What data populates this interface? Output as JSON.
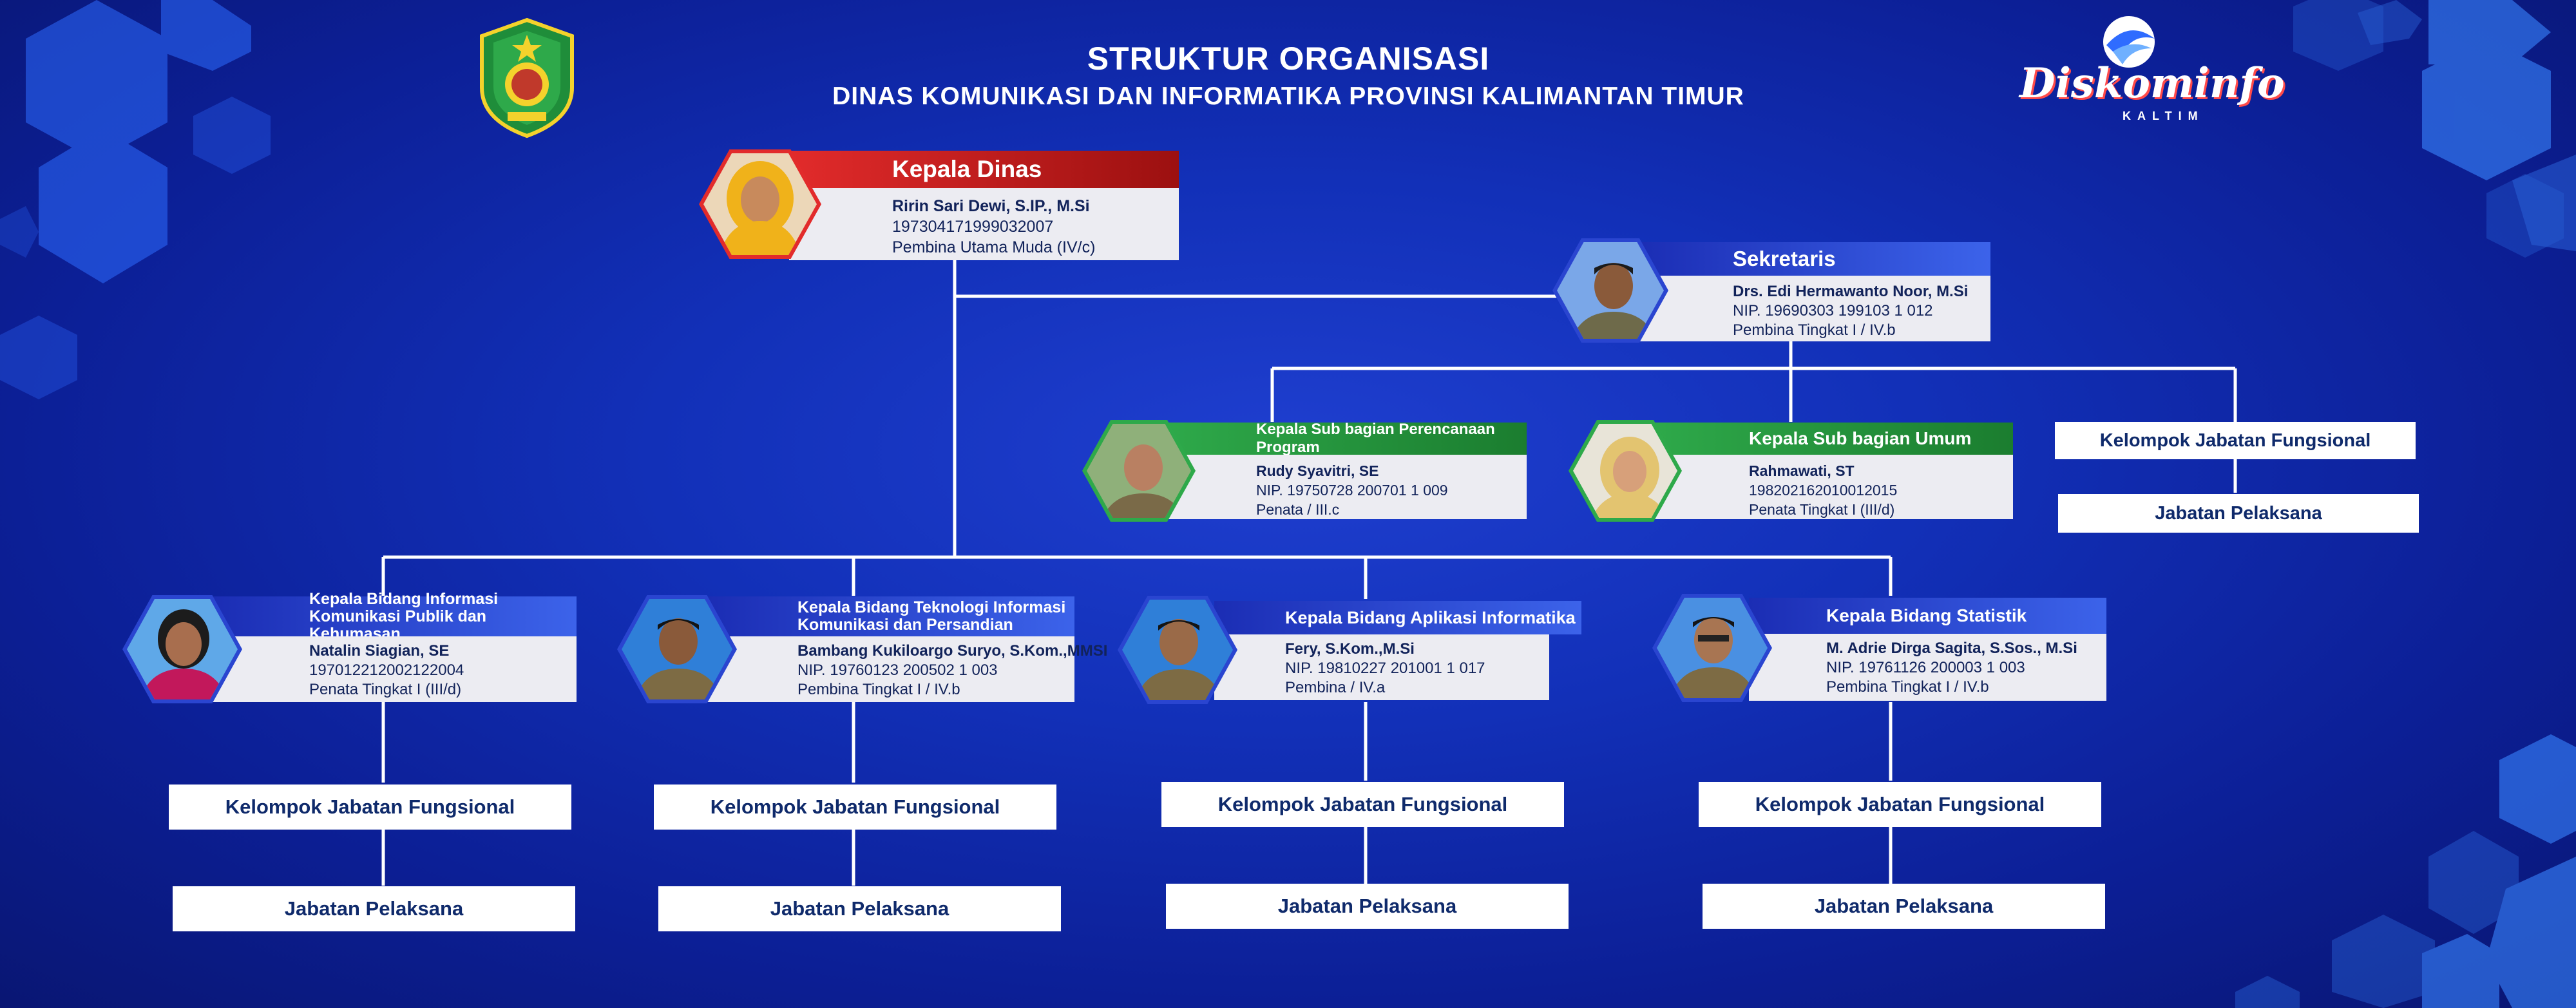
{
  "header": {
    "title": "STRUKTUR ORGANISASI",
    "subtitle": "DINAS KOMUNIKASI DAN INFORMATIKA PROVINSI KALIMANTAN TIMUR",
    "brand_logo": "Diskominfo",
    "brand_logo_sub": "KALTIM"
  },
  "kepala_dinas": {
    "title": "Kepala Dinas",
    "name": "Ririn Sari Dewi, S.IP., M.Si",
    "nip": "197304171999032007",
    "rank": "Pembina Utama Muda (IV/c)"
  },
  "sekretaris": {
    "title": "Sekretaris",
    "name": "Drs. Edi Hermawanto Noor, M.Si",
    "nip": "NIP. 19690303 199103 1 012",
    "rank": "Pembina Tingkat I / IV.b"
  },
  "subbagian": [
    {
      "title": "Kepala Sub bagian Perencanaan Program",
      "name": "Rudy Syavitri, SE",
      "nip": "NIP. 19750728 200701 1 009",
      "rank": "Penata / III.c"
    },
    {
      "title": "Kepala Sub bagian Umum",
      "name": "Rahmawati, ST",
      "nip": "198202162010012015",
      "rank": "Penata Tingkat I (III/d)"
    }
  ],
  "sekretariat_fungsional": "Kelompok Jabatan Fungsional",
  "sekretariat_pelaksana": "Jabatan Pelaksana",
  "bidang": [
    {
      "title": "Kepala Bidang Informasi Komunikasi Publik dan Kehumasan",
      "name": "Natalin Siagian, SE",
      "nip": "197012212002122004",
      "rank": "Penata Tingkat I (III/d)",
      "fungsional": "Kelompok Jabatan Fungsional",
      "pelaksana": "Jabatan Pelaksana"
    },
    {
      "title": "Kepala Bidang Teknologi Informasi Komunikasi dan Persandian",
      "name": "Bambang Kukiloargo Suryo, S.Kom.,MMSI",
      "nip": "NIP. 19760123 200502 1 003",
      "rank": "Pembina Tingkat I / IV.b",
      "fungsional": "Kelompok Jabatan Fungsional",
      "pelaksana": "Jabatan Pelaksana"
    },
    {
      "title": "Kepala Bidang Aplikasi Informatika",
      "name": "Fery, S.Kom.,M.Si",
      "nip": "NIP. 19810227 201001 1 017",
      "rank": "Pembina / IV.a",
      "fungsional": "Kelompok Jabatan Fungsional",
      "pelaksana": "Jabatan Pelaksana"
    },
    {
      "title": "Kepala Bidang Statistik",
      "name": "M. Adrie Dirga Sagita, S.Sos., M.Si",
      "nip": "NIP. 19761126 200003 1 003",
      "rank": "Pembina Tingkat I / IV.b",
      "fungsional": "Kelompok Jabatan Fungsional",
      "pelaksana": "Jabatan Pelaksana"
    }
  ],
  "colors": {
    "background": "#1230b8",
    "header_red": "#e22b2b",
    "header_blue": "#2a45d0",
    "header_green": "#2ea94a",
    "card_body": "#ececf2",
    "connector": "#ffffff"
  }
}
